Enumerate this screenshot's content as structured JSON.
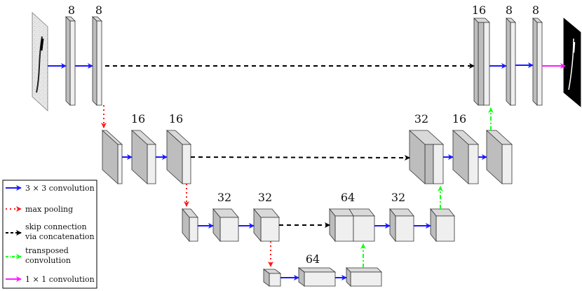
{
  "channel_labels": {
    "enc1_a": "8",
    "enc1_b": "8",
    "enc2_a": "16",
    "enc2_b": "16",
    "enc3_a": "32",
    "enc3_b": "32",
    "bottleneck": "64",
    "dec3_concat": "64",
    "dec3_out": "32",
    "dec2_concat": "32",
    "dec2_out": "16",
    "dec1_concat": "16",
    "dec1_a": "8",
    "dec1_b": "8"
  },
  "legend": {
    "conv3x3": "3 × 3 convolution",
    "maxpool": "max pooling",
    "skip_line1": "skip connection",
    "skip_line2": "via concatenation",
    "transposed_line1": "transposed",
    "transposed_line2": "convolution",
    "conv1x1": "1 × 1 convolution"
  },
  "colors": {
    "conv3x3": "#1a1aff",
    "maxpool": "#ff1a1a",
    "skip": "#000000",
    "transposed": "#1aff1a",
    "conv1x1": "#ff1aff",
    "block_front": "#efefef",
    "block_side": "#bdbdbd",
    "block_stroke": "#333333"
  },
  "icons": [
    "input-image-icon",
    "output-mask-icon"
  ]
}
